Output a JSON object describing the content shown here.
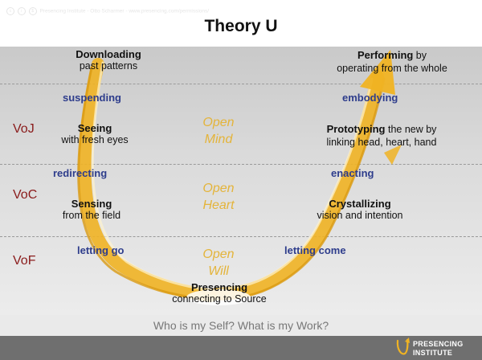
{
  "title": "Theory U",
  "left": {
    "downloading": {
      "head": "Downloading",
      "sub": "past patterns"
    },
    "seeing": {
      "head": "Seeing",
      "sub": "with fresh eyes"
    },
    "sensing": {
      "head": "Sensing",
      "sub": "from the field"
    }
  },
  "bottom_node": {
    "head": "Presencing",
    "sub": "connecting to Source"
  },
  "right": {
    "performing": {
      "head": "Performing",
      "tail": " by",
      "sub": "operating from the whole"
    },
    "prototyping": {
      "head": "Prototyping",
      "tail": " the new by",
      "sub": "linking head, heart, hand"
    },
    "crystallizing": {
      "head": "Crystallizing",
      "sub": "vision and intention"
    }
  },
  "transitions": {
    "suspending": "suspending",
    "redirecting": "redirecting",
    "letting_go": "letting go",
    "embodying": "embodying",
    "enacting": "enacting",
    "letting_come": "letting come"
  },
  "levels": {
    "voj": "VoJ",
    "voc": "VoC",
    "vof": "VoF"
  },
  "openings": {
    "mind": [
      "Open",
      "Mind"
    ],
    "heart": [
      "Open",
      "Heart"
    ],
    "will": [
      "Open",
      "Will"
    ]
  },
  "question": "Who is my Self? What is my Work?",
  "footer": {
    "icons": [
      "cc-icon",
      "by-icon",
      "nc-icon"
    ],
    "credit": "Presencing Institute - Otto Scharmer - www.presencing.com/permissions/",
    "logo_line1": "PRESENCING",
    "logo_line2": "INSTITUTE"
  },
  "colors": {
    "arc": "#f0b323",
    "verb": "#2e3d8c",
    "level": "#8a1b1b",
    "open": "#e4b43a",
    "footer": "#6f6f6f"
  }
}
